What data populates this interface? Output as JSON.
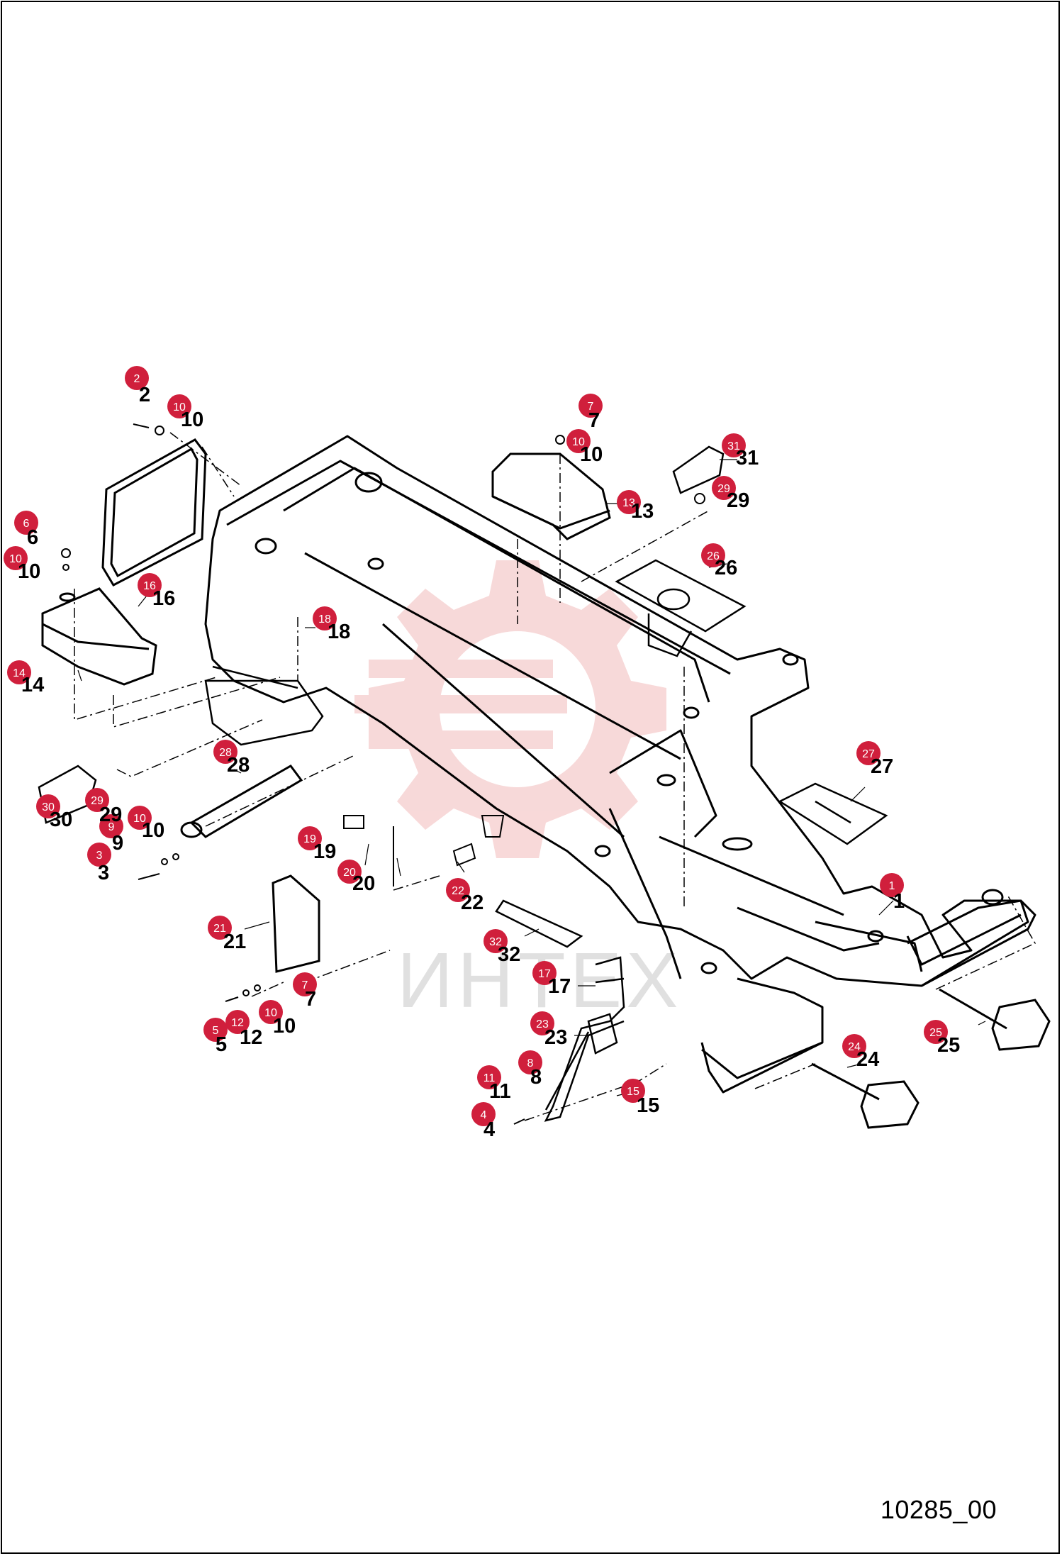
{
  "drawing_id": "10285_00",
  "watermark": {
    "text": "ИНТЕХ",
    "color": "#e88a8a"
  },
  "colors": {
    "badge": "#d01f3c",
    "badge_text": "#ffffff",
    "line": "#000000"
  },
  "callouts": [
    {
      "id": "c1",
      "badge": "1",
      "label": "1"
    },
    {
      "id": "c2",
      "badge": "2",
      "label": "2"
    },
    {
      "id": "c3",
      "badge": "3",
      "label": "3"
    },
    {
      "id": "c4",
      "badge": "4",
      "label": "4"
    },
    {
      "id": "c5",
      "badge": "5",
      "label": "5"
    },
    {
      "id": "c6",
      "badge": "6",
      "label": "6"
    },
    {
      "id": "c7a",
      "badge": "7",
      "label": "7"
    },
    {
      "id": "c7b",
      "badge": "7",
      "label": "7"
    },
    {
      "id": "c8",
      "badge": "8",
      "label": "8"
    },
    {
      "id": "c9",
      "badge": "9",
      "label": "9"
    },
    {
      "id": "c10a",
      "badge": "10",
      "label": "10"
    },
    {
      "id": "c10b",
      "badge": "10",
      "label": "10"
    },
    {
      "id": "c10c",
      "badge": "10",
      "label": "10"
    },
    {
      "id": "c10d",
      "badge": "10",
      "label": "10"
    },
    {
      "id": "c10e",
      "badge": "10",
      "label": "10"
    },
    {
      "id": "c11",
      "badge": "11",
      "label": "11"
    },
    {
      "id": "c12",
      "badge": "12",
      "label": "12"
    },
    {
      "id": "c13",
      "badge": "13",
      "label": "13"
    },
    {
      "id": "c14",
      "badge": "14",
      "label": "14"
    },
    {
      "id": "c15",
      "badge": "15",
      "label": "15"
    },
    {
      "id": "c16",
      "badge": "16",
      "label": "16"
    },
    {
      "id": "c17",
      "badge": "17",
      "label": "17"
    },
    {
      "id": "c18",
      "badge": "18",
      "label": "18"
    },
    {
      "id": "c19",
      "badge": "19",
      "label": "19"
    },
    {
      "id": "c20",
      "badge": "20",
      "label": "20"
    },
    {
      "id": "c21",
      "badge": "21",
      "label": "21"
    },
    {
      "id": "c22",
      "badge": "22",
      "label": "22"
    },
    {
      "id": "c23",
      "badge": "23",
      "label": "23"
    },
    {
      "id": "c24",
      "badge": "24",
      "label": "24"
    },
    {
      "id": "c25",
      "badge": "25",
      "label": "25"
    },
    {
      "id": "c26",
      "badge": "26",
      "label": "26"
    },
    {
      "id": "c27",
      "badge": "27",
      "label": "27"
    },
    {
      "id": "c28",
      "badge": "28",
      "label": "28"
    },
    {
      "id": "c29a",
      "badge": "29",
      "label": "29"
    },
    {
      "id": "c29b",
      "badge": "29",
      "label": "29"
    },
    {
      "id": "c30",
      "badge": "30",
      "label": "30"
    },
    {
      "id": "c31",
      "badge": "31",
      "label": "31"
    },
    {
      "id": "c32",
      "badge": "32",
      "label": "32"
    }
  ]
}
